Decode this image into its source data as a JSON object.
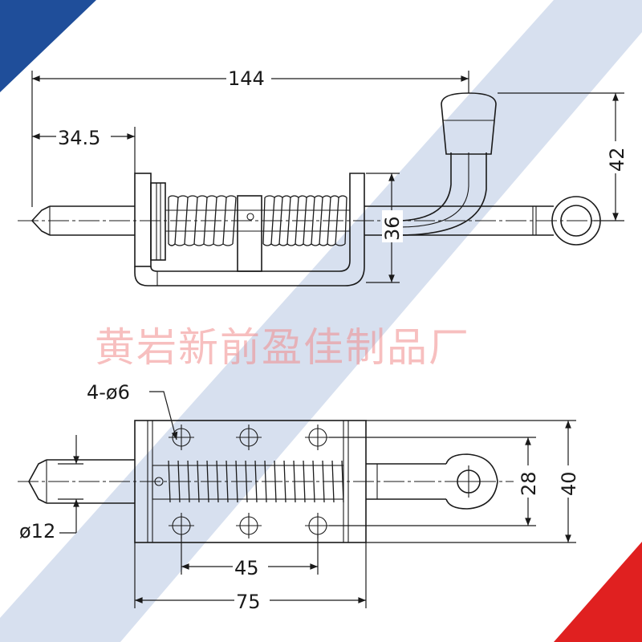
{
  "colors": {
    "corner_top_left": "#1f4e9a",
    "corner_bottom_right": "#e02020",
    "diagonal_band": "#c9d6ea",
    "watermark": "#f08a8a",
    "ink": "#1a1a1a"
  },
  "watermark_text": "黄岩新前盈佳制品厂",
  "side_view": {
    "dims": {
      "overall_length": "144",
      "tip_length": "34.5",
      "handle_height": "42",
      "body_height": "36"
    }
  },
  "top_view": {
    "dims": {
      "hole_spec": "4-ø6",
      "pin_diameter": "ø12",
      "hole_spacing": "45",
      "base_length": "75",
      "hole_row_spacing": "28",
      "base_width": "40"
    }
  }
}
